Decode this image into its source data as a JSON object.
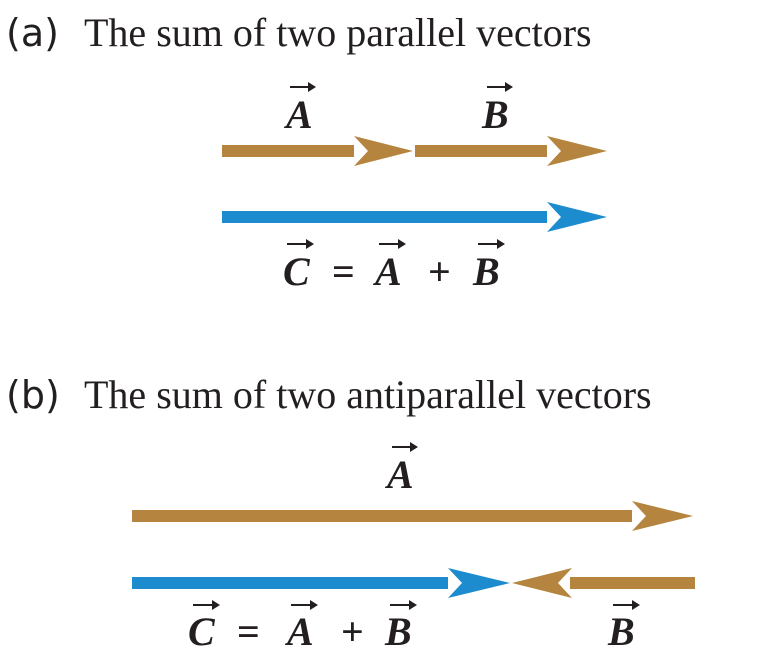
{
  "part_a": {
    "letter": "(a)",
    "title": "The sum of two parallel vectors",
    "vector_a_label": "A",
    "vector_b_label": "B",
    "eq_c": "C",
    "eq_equals": "=",
    "eq_a": "A",
    "eq_plus": "+",
    "eq_b": "B"
  },
  "part_b": {
    "letter": "(b)",
    "title": "The sum of two antiparallel vectors",
    "vector_a_label": "A",
    "vector_b_label": "B",
    "eq_c": "C",
    "eq_equals": "=",
    "eq_a": "A",
    "eq_plus": "+",
    "eq_b": "B"
  },
  "colors": {
    "vector_ab": "#b5843e",
    "vector_sum": "#1d8ccf",
    "text": "#231f20"
  }
}
